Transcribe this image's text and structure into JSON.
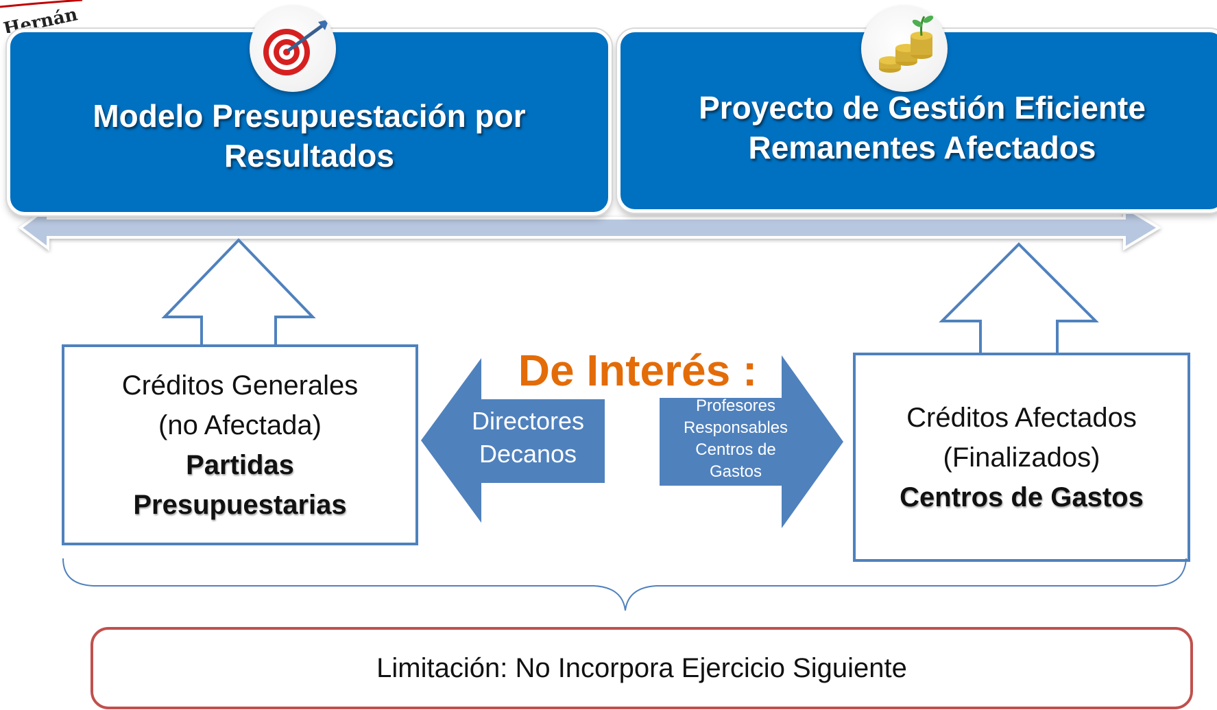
{
  "logo": {
    "text": "Hernán"
  },
  "top_left": {
    "title_line1": "Modelo Presupuestación por",
    "title_line2": "Resultados",
    "icon": "target-dart-icon"
  },
  "top_right": {
    "title_line1": "Proyecto de Gestión Eficiente",
    "title_line2": "Remanentes Afectados",
    "icon": "coin-stack-plant-icon"
  },
  "left_box": {
    "line1": "Créditos Generales",
    "line2": "(no Afectada)",
    "bold1": "Partidas",
    "bold2": "Presupuestarias"
  },
  "right_box": {
    "line1": "Créditos Afectados",
    "line2": "(Finalizados)",
    "bold1": "Centros de Gastos"
  },
  "center": {
    "heading": "De Interés :",
    "left_arrow": {
      "line1": "Directores",
      "line2": "Decanos"
    },
    "right_arrow": {
      "line1": "Profesores",
      "line2": "Responsables",
      "line3": "Centros de",
      "line4": "Gastos"
    }
  },
  "limitation": "Limitación: No Incorpora Ejercicio Siguiente",
  "colors": {
    "primary_blue": "#0070c0",
    "arrow_blue": "#4f81bd",
    "orange": "#e36c09",
    "red_border": "#c0504d",
    "bar": "#b8c7e0"
  }
}
